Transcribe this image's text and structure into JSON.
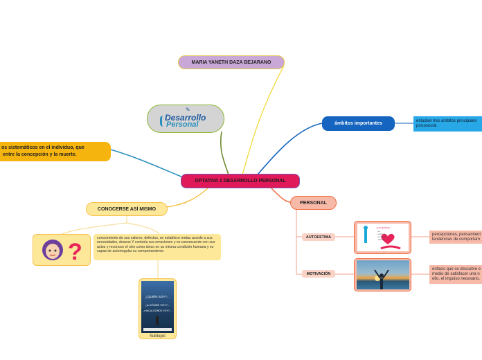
{
  "central": {
    "label": "OPTATIVA 1 DESARROLLO PERSONAL"
  },
  "author": {
    "label": "MARIA YANETH DAZA BEJARANO"
  },
  "logo": {
    "line1": "Desarrollo",
    "line2": "Personal"
  },
  "left_topic": {
    "text": "os sistemáticos en el individuo, que\n entre la concepción y la muerte."
  },
  "ambitos": {
    "label": "ámbitos importantes",
    "note": "estudian tres ámbitos principales\npsicosocial."
  },
  "conocerse": {
    "label": "CONOCERSE ASÍ MISMO",
    "note": "conocimiento de sus valores, defectos, se establece metas acorde a sus necesidades, deseos Y controla sus emociones y es consecuente con sus actos y reconoce el otro como único en su misma condición humana y es capaz de autorregular su comportamiento.",
    "book_lines": [
      "¿QUIÉN SOY?...",
      "¿A DÓNDE VOY?...",
      "¿HACIA DÓNDE VOY?..."
    ],
    "subtopic": "Subtopic"
  },
  "personal": {
    "label": "PERSONAL",
    "autoestima": {
      "label": "AUTOESTIMA",
      "note": "percepciones, pensamient\ntendencias de comportam",
      "image_lines": [
        "AUTOESTIMA",
        "es:",
        "la forma",
        "en que te",
        "valoras"
      ]
    },
    "motivacion": {
      "label": "MOTIVACIÓN",
      "note": "énfasis que se descubre e\nmedio de satisfacer una n\nello, el impulso necesario."
    }
  },
  "colors": {
    "central": "#e0195a",
    "author_bg": "#c9a7d6",
    "author_border": "#e8c84a",
    "logo_bg": "#d4d4d4",
    "logo_border": "#8ab833",
    "left_topic_bg": "#f6b40e",
    "ambitos": "#1565c0",
    "ambitos_note": "#29a8e8",
    "conocerse_bg": "#fde89a",
    "conocerse_border": "#f6c24c",
    "personal_bg": "#f7b9a8",
    "personal_line": "#f06b3f",
    "pink_sub": "#fbd3c6"
  }
}
